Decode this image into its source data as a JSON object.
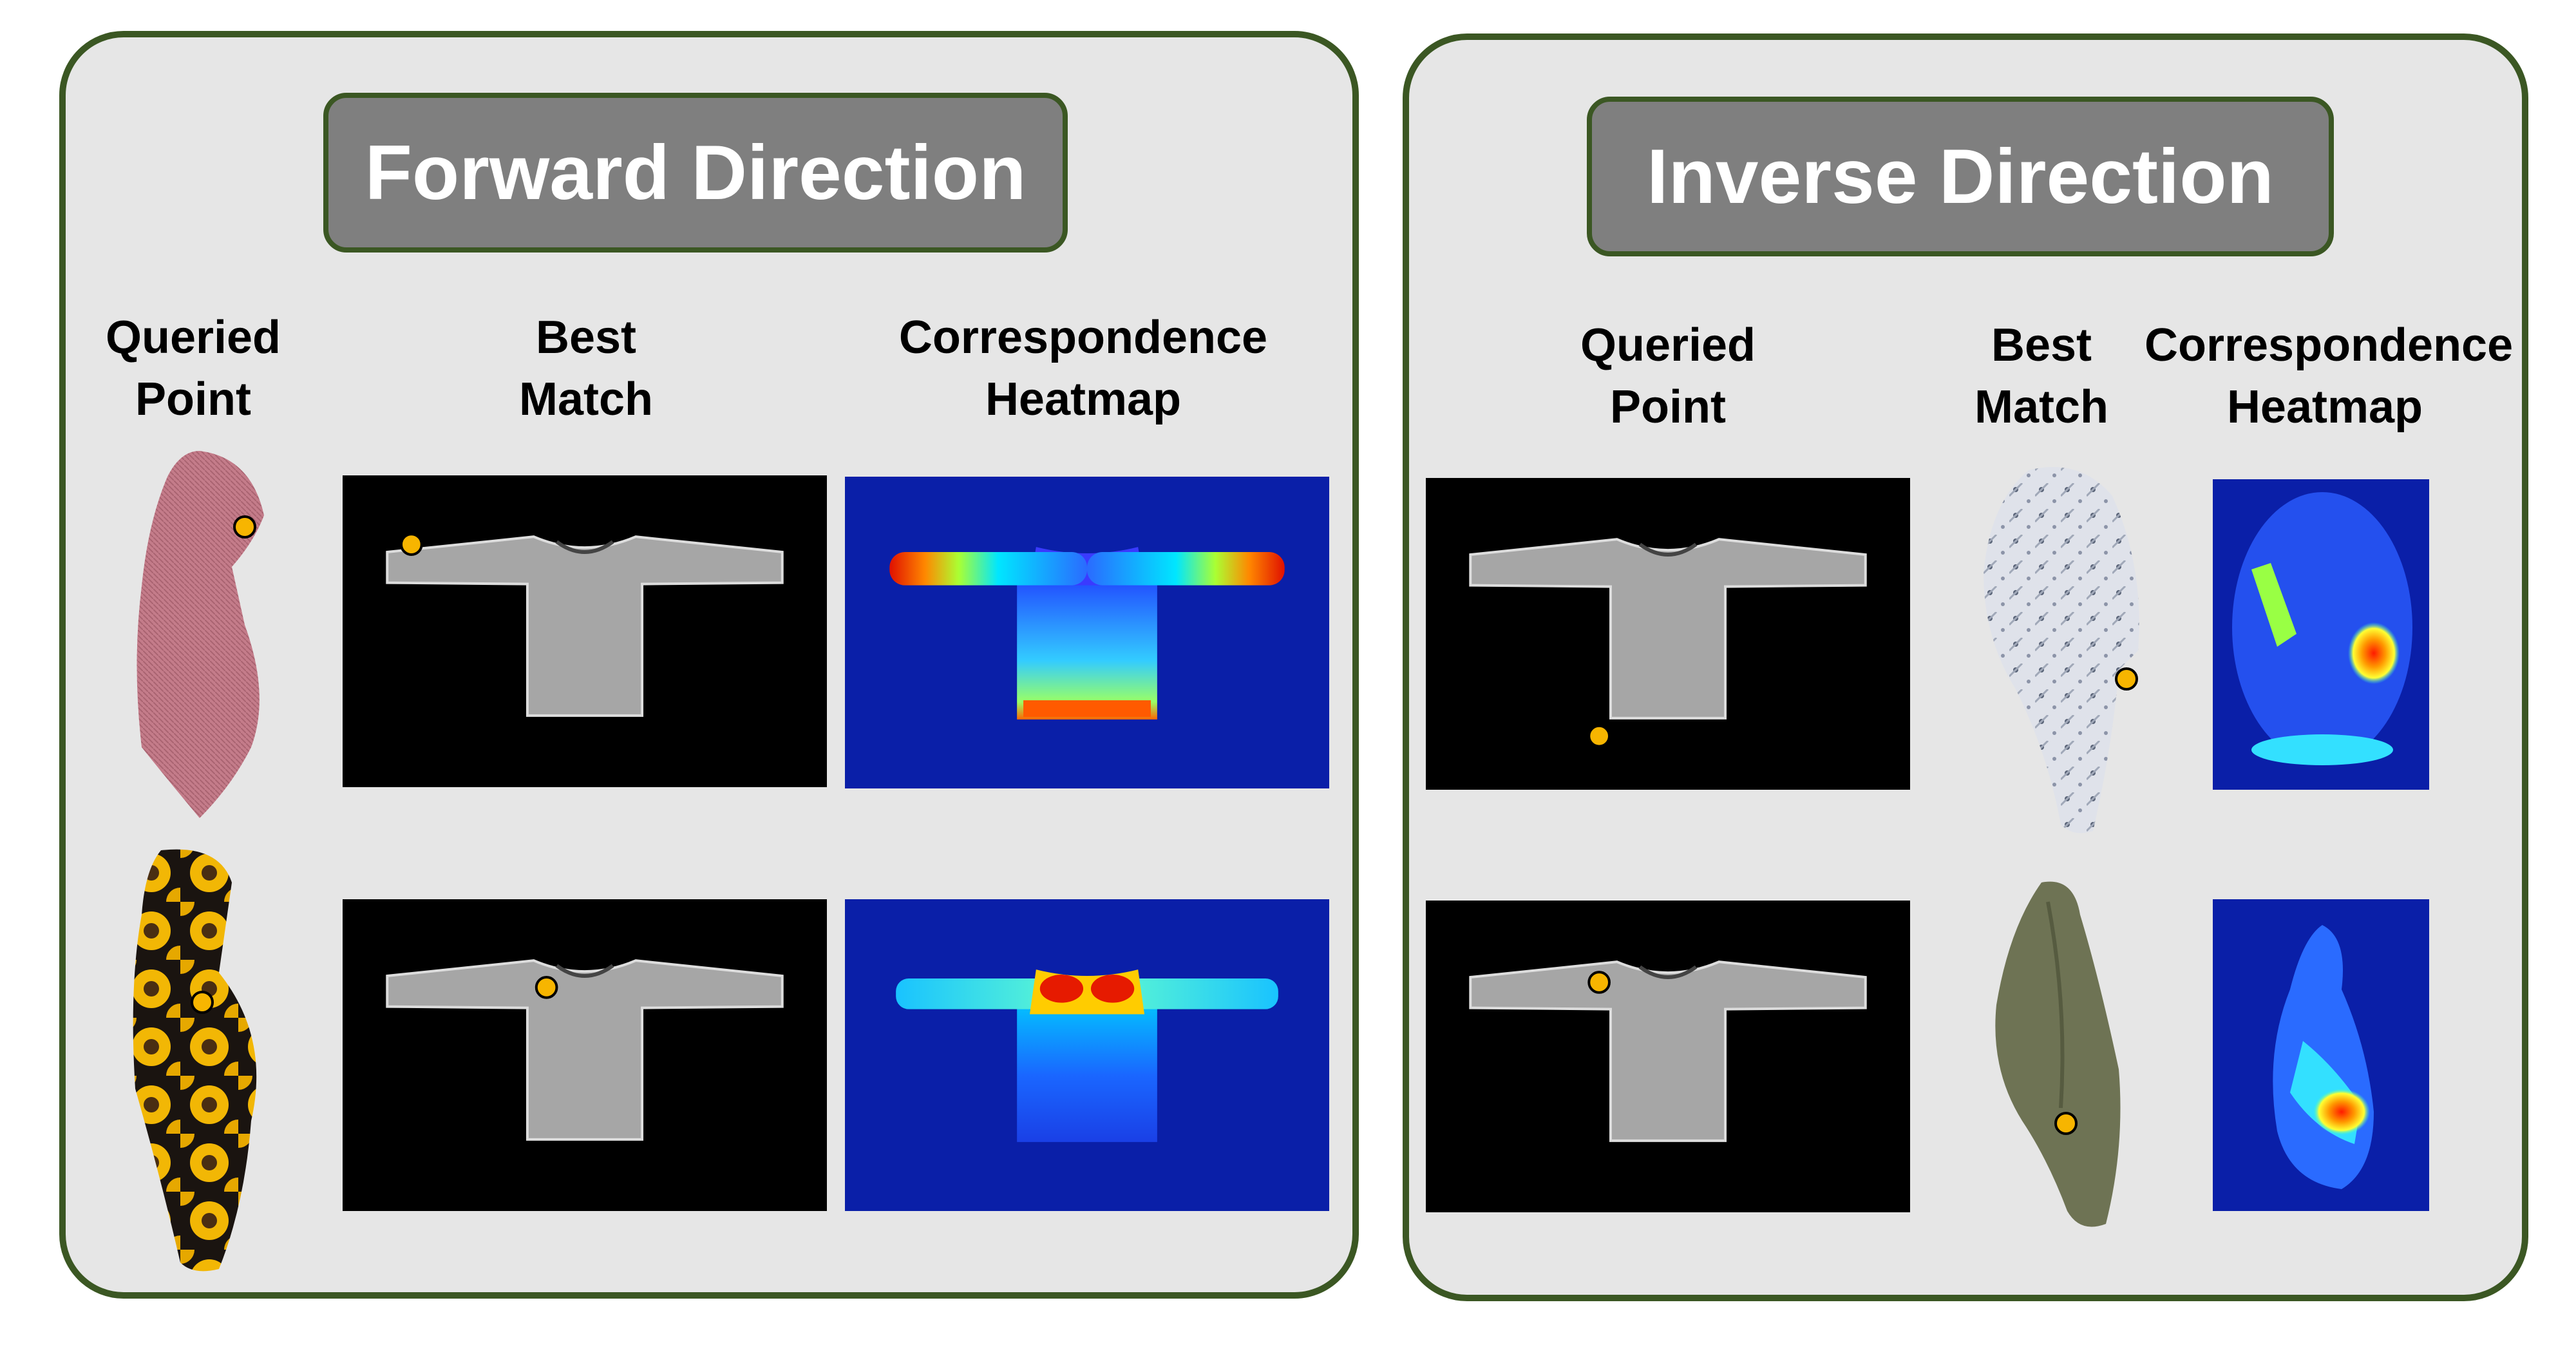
{
  "forward": {
    "title": "Forward Direction",
    "columns": [
      {
        "line1": "Queried",
        "line2": "Point"
      },
      {
        "line1": "Best",
        "line2": "Match"
      },
      {
        "line1": "Correspondence",
        "line2": "Heatmap"
      }
    ]
  },
  "inverse": {
    "title": "Inverse Direction",
    "columns": [
      {
        "line1": "Queried",
        "line2": "Point"
      },
      {
        "line1": "Best",
        "line2": "Match"
      },
      {
        "line1": "Correspondence",
        "line2": "Heatmap"
      }
    ]
  },
  "colors": {
    "panel_border": "#3b5723",
    "panel_fill": "#e6e6e6",
    "title_fill": "#7f7f7f",
    "query_dot": "#f7b500",
    "heatmap_background": "#0a1fa8"
  },
  "rows": {
    "forward_1": {
      "query_garment": "pink-towel",
      "match": "gray-long-sleeve-shirt"
    },
    "forward_2": {
      "query_garment": "sunflower-fabric",
      "match": "gray-long-sleeve-shirt"
    },
    "inverse_1": {
      "query": "gray-long-sleeve-shirt",
      "match_garment": "patterned-white-fabric"
    },
    "inverse_2": {
      "query": "gray-long-sleeve-shirt",
      "match_garment": "olive-green-cloth"
    }
  }
}
